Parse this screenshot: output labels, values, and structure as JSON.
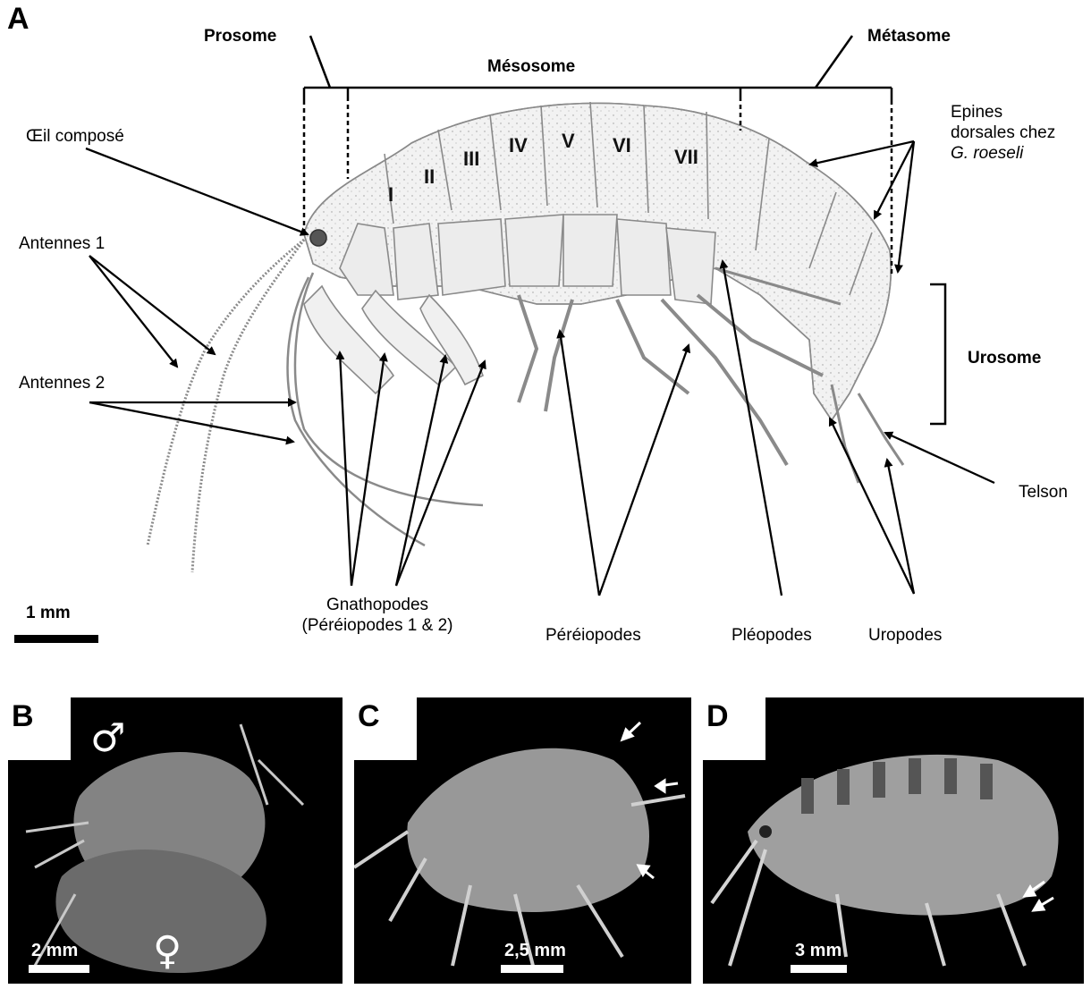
{
  "panel_a": {
    "letter": "A",
    "body_regions": {
      "prosome": "Prosome",
      "mesosome": "Mésosome",
      "metasome": "Métasome",
      "urosome": "Urosome"
    },
    "segments": [
      "I",
      "II",
      "III",
      "IV",
      "V",
      "VI",
      "VII"
    ],
    "labels": {
      "compound_eye": "Œil composé",
      "antennae_1": "Antennes 1",
      "antennae_2": "Antennes 2",
      "dorsal_spines_line1": "Epines",
      "dorsal_spines_line2": "dorsales chez",
      "dorsal_spines_species": "G. roeseli",
      "telson": "Telson",
      "gnathopods_line1": "Gnathopodes",
      "gnathopods_line2": "(Péréiopodes 1 & 2)",
      "pereiopods": "Péréiopodes",
      "pleopods": "Pléopodes",
      "uropods": "Uropodes"
    },
    "scale_bar_label": "1 mm"
  },
  "panel_b": {
    "letter": "B",
    "scale_label": "2 mm",
    "male_symbol": "♂",
    "female_symbol": "♀"
  },
  "panel_c": {
    "letter": "C",
    "scale_label": "2,5 mm"
  },
  "panel_d": {
    "letter": "D",
    "scale_label": "3 mm"
  },
  "colors": {
    "drawing_line": "#8a8a8a",
    "body_fill": "#f2f2f2",
    "photo_background": "#000000"
  }
}
